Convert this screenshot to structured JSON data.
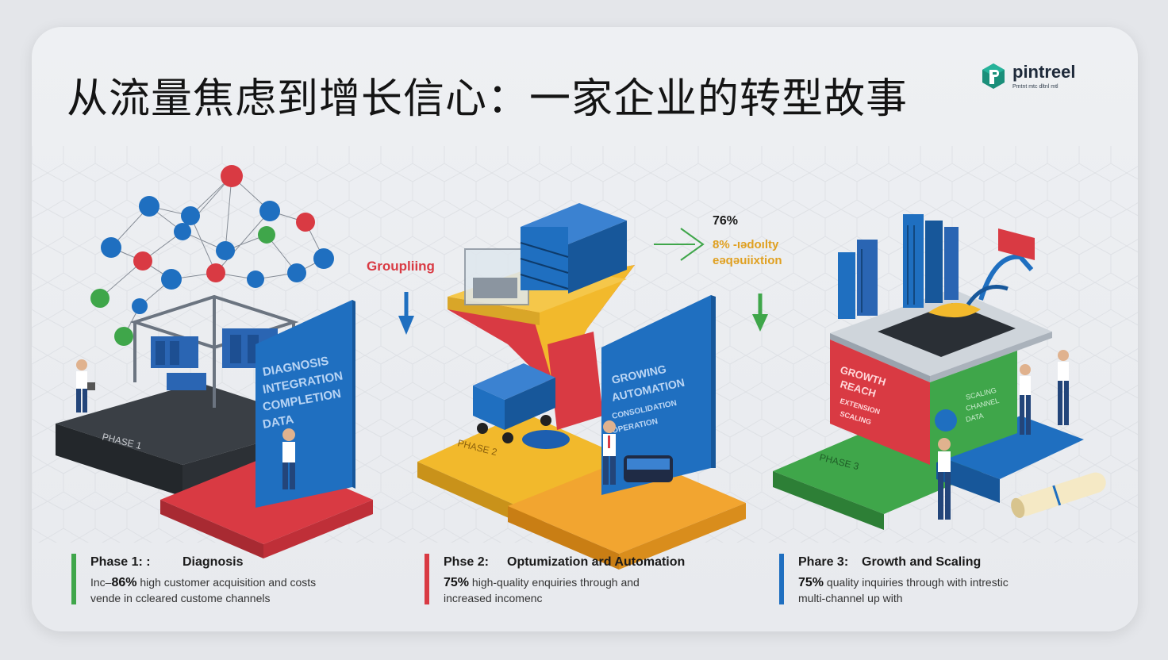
{
  "title": "从流量焦虑到增长信心：一家企业的转型故事",
  "logo": {
    "name": "pintreel",
    "tagline": "Pmtnt mtc dltnl mtl"
  },
  "colors": {
    "green": "#3fa64a",
    "red": "#d93a43",
    "blue": "#1f6fc0",
    "yellow": "#f2b92c",
    "dark": "#2e3338"
  },
  "floating_labels": {
    "grouping": "Groupliing",
    "pct_76": "76%",
    "quality_1": "8% -ıədoılty",
    "quality_2": "eəqəuiixtion"
  },
  "scene1": {
    "platform_label": "PHASE 1",
    "panel_lines": [
      "DIAGNOSIS",
      "INTEGRATION",
      "COMPLETION",
      "DATA"
    ]
  },
  "scene2": {
    "platform_label": "PHASE 2",
    "panel_lines": [
      "GROWING",
      "AUTOMATION",
      "CONSOLIDATION",
      "OPERATION"
    ]
  },
  "scene3": {
    "platform_label": "PHASE 3",
    "panel_lines": [
      "GROWTH",
      "REACH",
      "EXTENSION",
      "SCALING"
    ],
    "side_lines": [
      "SCALING",
      "CHANNEL",
      "DATA"
    ]
  },
  "phases": [
    {
      "label": "Phase 1: :",
      "name": "Diagnosis",
      "line1_prefix": "Inc–",
      "line1_strong": "86%",
      "line1_rest": " high customer acquisition and costs",
      "line2": "vende in ccleared custome channels"
    },
    {
      "label": "Phse 2:",
      "name": "Optumization ard Automation",
      "line1_prefix": "",
      "line1_strong": "75%",
      "line1_rest": " high-quality enquiries through and",
      "line2": "increased incomenc"
    },
    {
      "label": "Phare 3:",
      "name": "Growth and Scaling",
      "line1_prefix": "",
      "line1_strong": "75%",
      "line1_rest": " quality inquiries through with intrestic",
      "line2": "multi-channel up with"
    }
  ]
}
